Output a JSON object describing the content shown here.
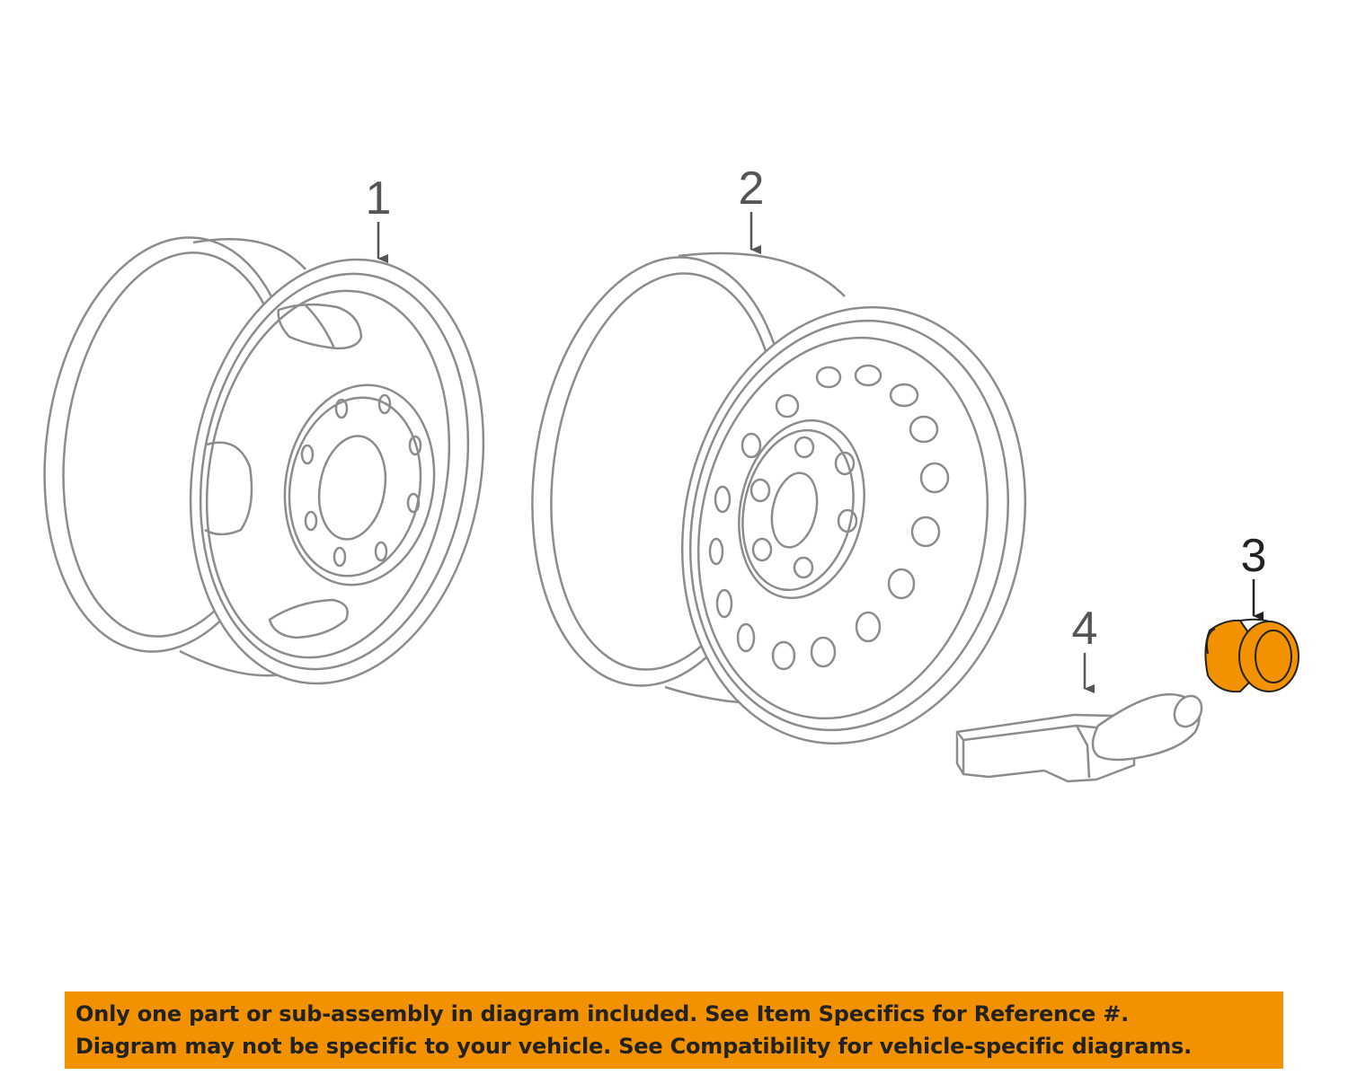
{
  "diagram": {
    "callouts": [
      {
        "id": "1",
        "label": "1",
        "part": "wheel-dual-rear"
      },
      {
        "id": "2",
        "label": "2",
        "part": "wheel-steel-spare"
      },
      {
        "id": "3",
        "label": "3",
        "part": "tpms-valve-cap"
      },
      {
        "id": "4",
        "label": "4",
        "part": "tpms-sensor"
      }
    ],
    "colors": {
      "line": "#8c8c8c",
      "highlight": "#f39200",
      "callout_text": "#555555",
      "highlight_callout_text": "#222222"
    }
  },
  "banner": {
    "line1": "Only one part or sub-assembly in diagram included. See Item Specifics for Reference #.",
    "line2": "Diagram may not be specific to your vehicle. See Compatibility for vehicle-specific diagrams.",
    "background": "#f39200"
  }
}
